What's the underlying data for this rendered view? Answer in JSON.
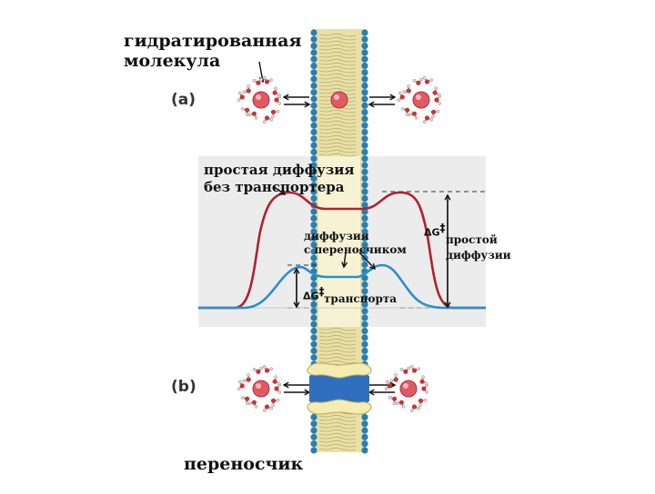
{
  "labels": {
    "hydrated_molecule": [
      "гидратированная",
      "молекула"
    ],
    "panel_a": "(a)",
    "panel_b": "(b)",
    "simple_diffusion": [
      "простая диффузия",
      "без транспортера"
    ],
    "carrier_diffusion": [
      "диффузия",
      "с переносчиком"
    ],
    "dg_symbol": "ΔG",
    "dg_superscript": "‡",
    "dg_simple": [
      "простой",
      "диффузии"
    ],
    "dg_transport": "транспорта",
    "carrier": "переносчик"
  },
  "colors": {
    "membrane_head": "#2a7fb0",
    "membrane_tail": "#e8e0a8",
    "molecule": "#e05a62",
    "water_oxygen": "#cc3333",
    "curve_simple": "#b22030",
    "curve_carrier": "#2a8ed0",
    "plot_bg": "#ececec",
    "carrier_protein": "#2f6fc0",
    "carrier_cap": "#f4ecb0"
  },
  "icons": {
    "molecule": "hydrated-molecule-icon",
    "membrane": "lipid-bilayer-icon",
    "carrier": "carrier-protein-icon"
  }
}
